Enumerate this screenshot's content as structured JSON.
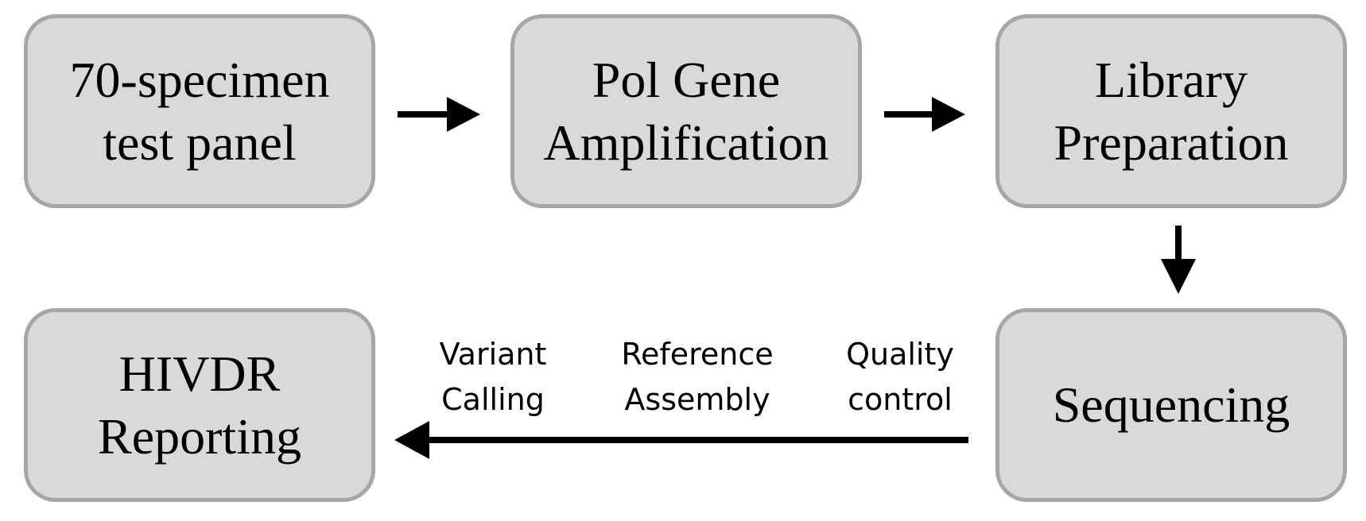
{
  "nodes": {
    "specimen": {
      "line1": "70-specimen",
      "line2": "test panel"
    },
    "amplification": {
      "line1": "Pol Gene",
      "line2": "Amplification"
    },
    "library": {
      "line1": "Library",
      "line2": "Preparation"
    },
    "sequencing": {
      "line1": "Sequencing"
    },
    "reporting": {
      "line1": "HIVDR",
      "line2": "Reporting"
    }
  },
  "steps": {
    "quality_control": {
      "line1": "Quality",
      "line2": "control"
    },
    "reference_assembly": {
      "line1": "Reference",
      "line2": "Assembly"
    },
    "variant_calling": {
      "line1": "Variant",
      "line2": "Calling"
    }
  },
  "colors": {
    "box_fill": "#d9d9d9",
    "box_border": "#a6a6a6",
    "arrow": "#000000"
  }
}
